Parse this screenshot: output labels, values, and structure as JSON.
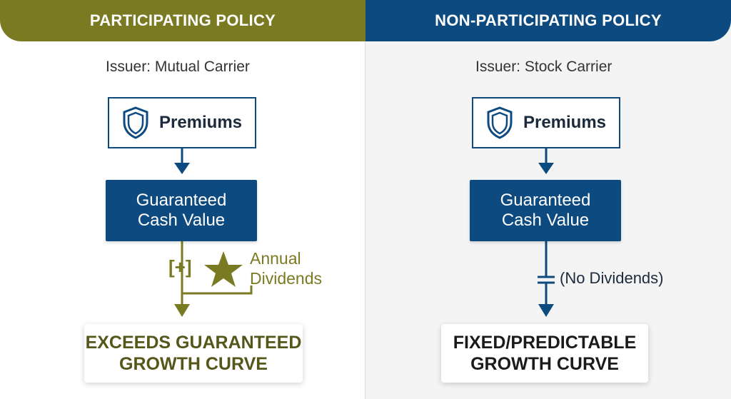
{
  "left": {
    "header": "PARTICIPATING POLICY",
    "issuer": "Issuer: Mutual Carrier",
    "premium": "Premiums",
    "cash_value": "Guaranteed\nCash Value",
    "plus_symbol": "[+]",
    "dividends": "Annual\nDividends",
    "result": "EXCEEDS GUARANTEED\nGROWTH CURVE"
  },
  "right": {
    "header": "NON-PARTICIPATING POLICY",
    "issuer": "Issuer: Stock Carrier",
    "premium": "Premiums",
    "cash_value": "Guaranteed\nCash Value",
    "no_dividends": "(No Dividends)",
    "result": "FIXED/PREDICTABLE\nGROWTH CURVE"
  },
  "colors": {
    "participating": "#7a7a22",
    "non_participating": "#0d4a80"
  },
  "icons": {
    "premium": "shield-icon",
    "dividends": "star-icon"
  }
}
